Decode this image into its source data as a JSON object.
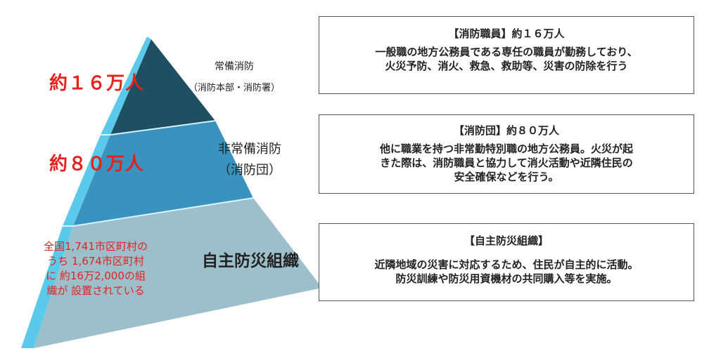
{
  "tiers": [
    {
      "name": "常備消防",
      "sub": "（消防本部・消防署）",
      "count": "約１６万人",
      "box_title": "【消防職員】約１６万人",
      "box_lines": [
        "一般職の地方公務員である専任の職員が勤務しており、",
        "火災予防、消火、救急、救助等、災害の防除を行う"
      ]
    },
    {
      "name": "非常備消防",
      "sub": "（消防団）",
      "count": "約８０万人",
      "box_title": "【消防団】約８０万人",
      "box_lines": [
        "他に職業を持つ非常勤特別職の地方公務員。火災が起",
        "きた際は、消防職員と協力して消火活動や近隣住民の",
        "安全確保などを行う。"
      ]
    },
    {
      "name": "自主防災組織",
      "count_lines": [
        "全国1,741市区町村の",
        "うち 1,674市区町村",
        "に 約16万2,000の組",
        "織が 設置されている"
      ],
      "box_title": "【自主防災組織】",
      "box_lines": [
        "近隣地域の災害に対応するため、住民が自主的に活動。",
        "防災訓練や防災用資機材の共同購入等を実施。"
      ]
    }
  ],
  "colors": {
    "top_fill": "#1e4f63",
    "middle_fill": "#3a93be",
    "bottom_fill": "#9dbfcb",
    "left_face": "#56c8ea",
    "count_red": "#e8201c"
  }
}
